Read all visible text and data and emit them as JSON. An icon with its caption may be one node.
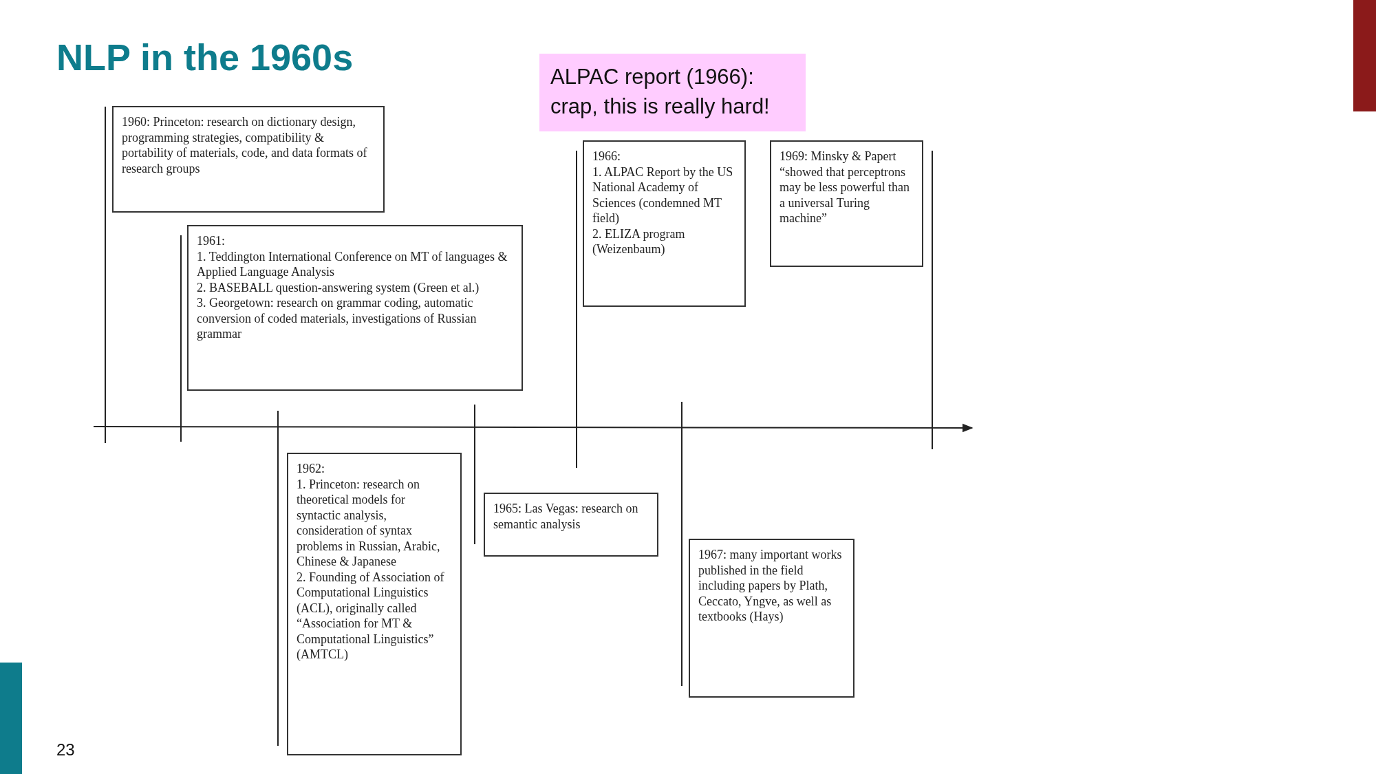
{
  "diagram": {
    "title": "NLP in the 1960s",
    "nodes": [
      {
        "text": [
          "ALPAC report (1966):",
          "crap, this is really hard!"
        ]
      },
      {
        "text": [
          "1960: Princeton: research on dictionary design, programming strategies, compatibility & portability of materials, code, and data formats of research groups"
        ]
      },
      {
        "text": [
          "1961:",
          "1. Teddington International Conference on MT of languages & Applied Language Analysis",
          "2. BASEBALL question-answering system (Green et al.)",
          "3. Georgetown: research on grammar coding, automatic conversion of coded materials, investigations of Russian grammar"
        ]
      },
      {
        "text": [
          "1966:",
          "1. ALPAC Report by the US National Academy of Sciences (condemned MT field)",
          "2. ELIZA program (Weizenbaum)"
        ]
      },
      {
        "text": [
          "1969: Minsky & Papert “showed that perceptrons may be less powerful than a universal Turing machine”"
        ]
      },
      {
        "text": [
          "1962:",
          "1. Princeton: research on theoretical models for syntactic analysis, consideration of syntax problems in Russian, Arabic, Chinese & Japanese",
          "2. Founding of Association of Computational Linguistics (ACL), originally called “Association for MT & Computational Linguistics” (AMTCL)"
        ]
      },
      {
        "text": [
          "1965: Las Vegas: research on semantic analysis"
        ]
      },
      {
        "text": [
          "1967: many important works published in the field including papers by Plath, Ceccato, Yngve, as well as textbooks (Hays)"
        ]
      }
    ],
    "labels": [
      "23"
    ]
  }
}
